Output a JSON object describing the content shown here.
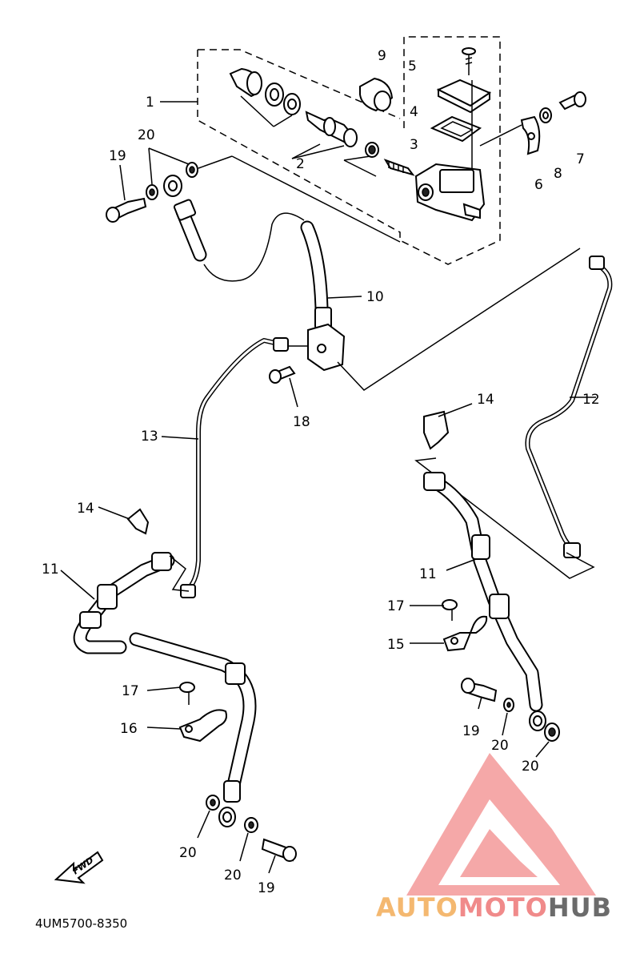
{
  "diagram": {
    "code": "4UM5700-8350",
    "fwd": "FWD",
    "labels": {
      "l1": "1",
      "l2": "2",
      "l3": "3",
      "l4": "4",
      "l5": "5",
      "l6": "6",
      "l7": "7",
      "l8": "8",
      "l9": "9",
      "l10": "10",
      "l11a": "11",
      "l11b": "11",
      "l12": "12",
      "l13": "13",
      "l14a": "14",
      "l14b": "14",
      "l15": "15",
      "l16": "16",
      "l17a": "17",
      "l17b": "17",
      "l18": "18",
      "l19a": "19",
      "l19b": "19",
      "l19c": "19",
      "l20a": "20",
      "l20b": "20",
      "l20c": "20",
      "l20d": "20",
      "l20e": "20"
    }
  },
  "watermark": {
    "part1": "AUTO",
    "part2": "MOTO",
    "part3": "HUB",
    "color_primary": "#f08a8a",
    "color_secondary": "#f4b870",
    "color_dark": "#6b6b6b"
  }
}
